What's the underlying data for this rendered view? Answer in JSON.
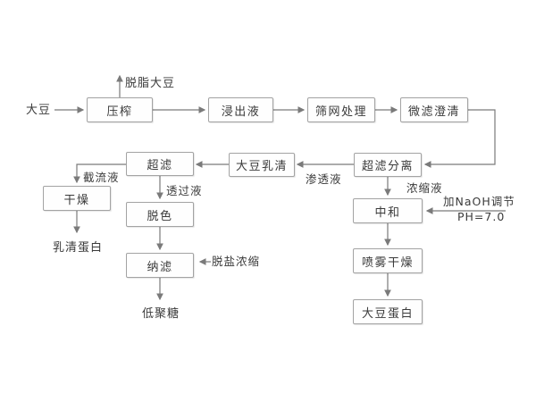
{
  "colors": {
    "background": "#ffffff",
    "box_border": "#a3a3a3",
    "box_fill": "#fefefe",
    "arrow": "#7a7a7a",
    "text": "#3a3a3a"
  },
  "nodes": {
    "yazha": "压榨",
    "jinchuye": "浸出液",
    "shaiwang_chuli": "筛网处理",
    "weilv_dengqing": "微滤澄清",
    "chaolv_fenli": "超滤分离",
    "dadou_ruqing": "大豆乳清",
    "chaolv": "超滤",
    "ganzao": "干燥",
    "tuose": "脱色",
    "nalv": "纳滤",
    "zhonghe": "中和",
    "penwu_ganzao": "喷雾干燥",
    "dadou_danbai": "大豆蛋白"
  },
  "terminals": {
    "dadou": "大豆",
    "tuozhi_dadou": "脱脂大豆",
    "ruqing_danbai": "乳清蛋白",
    "dijutang": "低聚糖"
  },
  "edge_labels": {
    "jieliuye": "截流液",
    "touguoye": "透过液",
    "shentouye": "渗透液",
    "nongsuoye": "浓缩液",
    "jia_naoh_tiaojie": "加NaOH调节",
    "ph": "PH=7.0",
    "tuoyan_nongsuo": "脱盐浓缩"
  },
  "edges": [
    {
      "from": "大豆",
      "to": "压榨"
    },
    {
      "from": "压榨",
      "to": "脱脂大豆"
    },
    {
      "from": "压榨",
      "to": "浸出液"
    },
    {
      "from": "浸出液",
      "to": "筛网处理"
    },
    {
      "from": "筛网处理",
      "to": "微滤澄清"
    },
    {
      "from": "微滤澄清",
      "to": "超滤分离"
    },
    {
      "from": "超滤分离",
      "to": "大豆乳清",
      "label": "渗透液"
    },
    {
      "from": "超滤分离",
      "to": "中和",
      "label": "浓缩液"
    },
    {
      "from": "大豆乳清",
      "to": "超滤"
    },
    {
      "from": "超滤",
      "to": "干燥",
      "label": "截流液"
    },
    {
      "from": "超滤",
      "to": "脱色",
      "label": "透过液"
    },
    {
      "from": "干燥",
      "to": "乳清蛋白"
    },
    {
      "from": "脱色",
      "to": "纳滤"
    },
    {
      "from": "脱盐浓缩",
      "to": "纳滤"
    },
    {
      "from": "纳滤",
      "to": "低聚糖"
    },
    {
      "from": "加NaOH调节 PH=7.0",
      "to": "中和"
    },
    {
      "from": "中和",
      "to": "喷雾干燥"
    },
    {
      "from": "喷雾干燥",
      "to": "大豆蛋白"
    }
  ]
}
